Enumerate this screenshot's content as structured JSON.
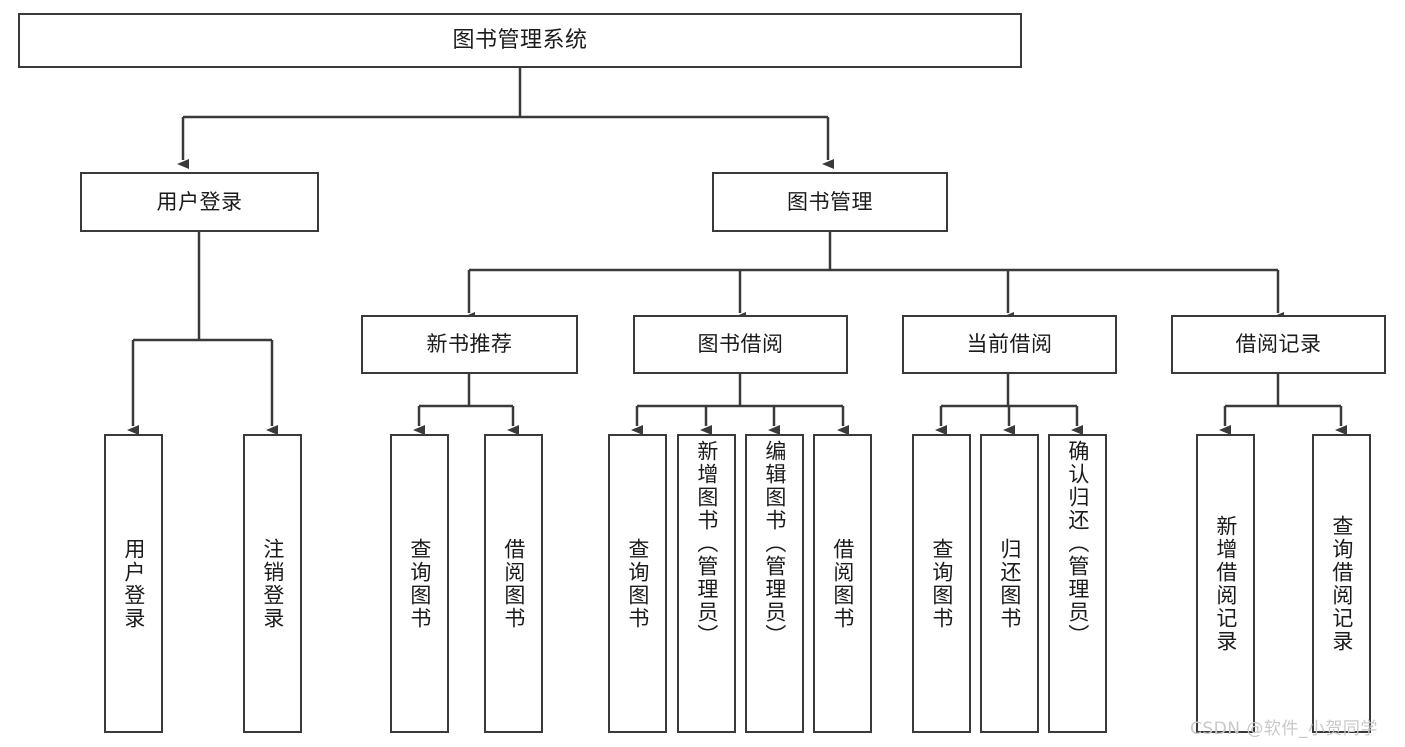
{
  "diagram": {
    "title": "图书管理系统",
    "root": {
      "label": "图书管理系统"
    },
    "level1": [
      {
        "label": "用户登录"
      },
      {
        "label": "图书管理"
      }
    ],
    "level2": [
      {
        "label": "新书推荐"
      },
      {
        "label": "图书借阅"
      },
      {
        "label": "当前借阅"
      },
      {
        "label": "借阅记录"
      }
    ],
    "leaves": {
      "user_login": [
        {
          "label": "用户登录"
        },
        {
          "label": "注销登录"
        }
      ],
      "new_book_recommend": [
        {
          "label": "查询图书"
        },
        {
          "label": "借阅图书"
        }
      ],
      "book_borrow": [
        {
          "label": "查询图书"
        },
        {
          "label": "新增图书（管理员）"
        },
        {
          "label": "编辑图书（管理员）"
        },
        {
          "label": "借阅图书"
        }
      ],
      "current_borrow": [
        {
          "label": "查询图书"
        },
        {
          "label": "归还图书"
        },
        {
          "label": "确认归还（管理员）"
        }
      ],
      "borrow_record": [
        {
          "label": "新增借阅记录"
        },
        {
          "label": "查询借阅记录"
        }
      ]
    }
  },
  "watermark": {
    "text": "CSDN @软件_小贺同学"
  },
  "colors": {
    "stroke": "#3a3a3a",
    "text": "#1b1b1b",
    "background": "#ffffff",
    "watermark": "#c9c9c9"
  }
}
